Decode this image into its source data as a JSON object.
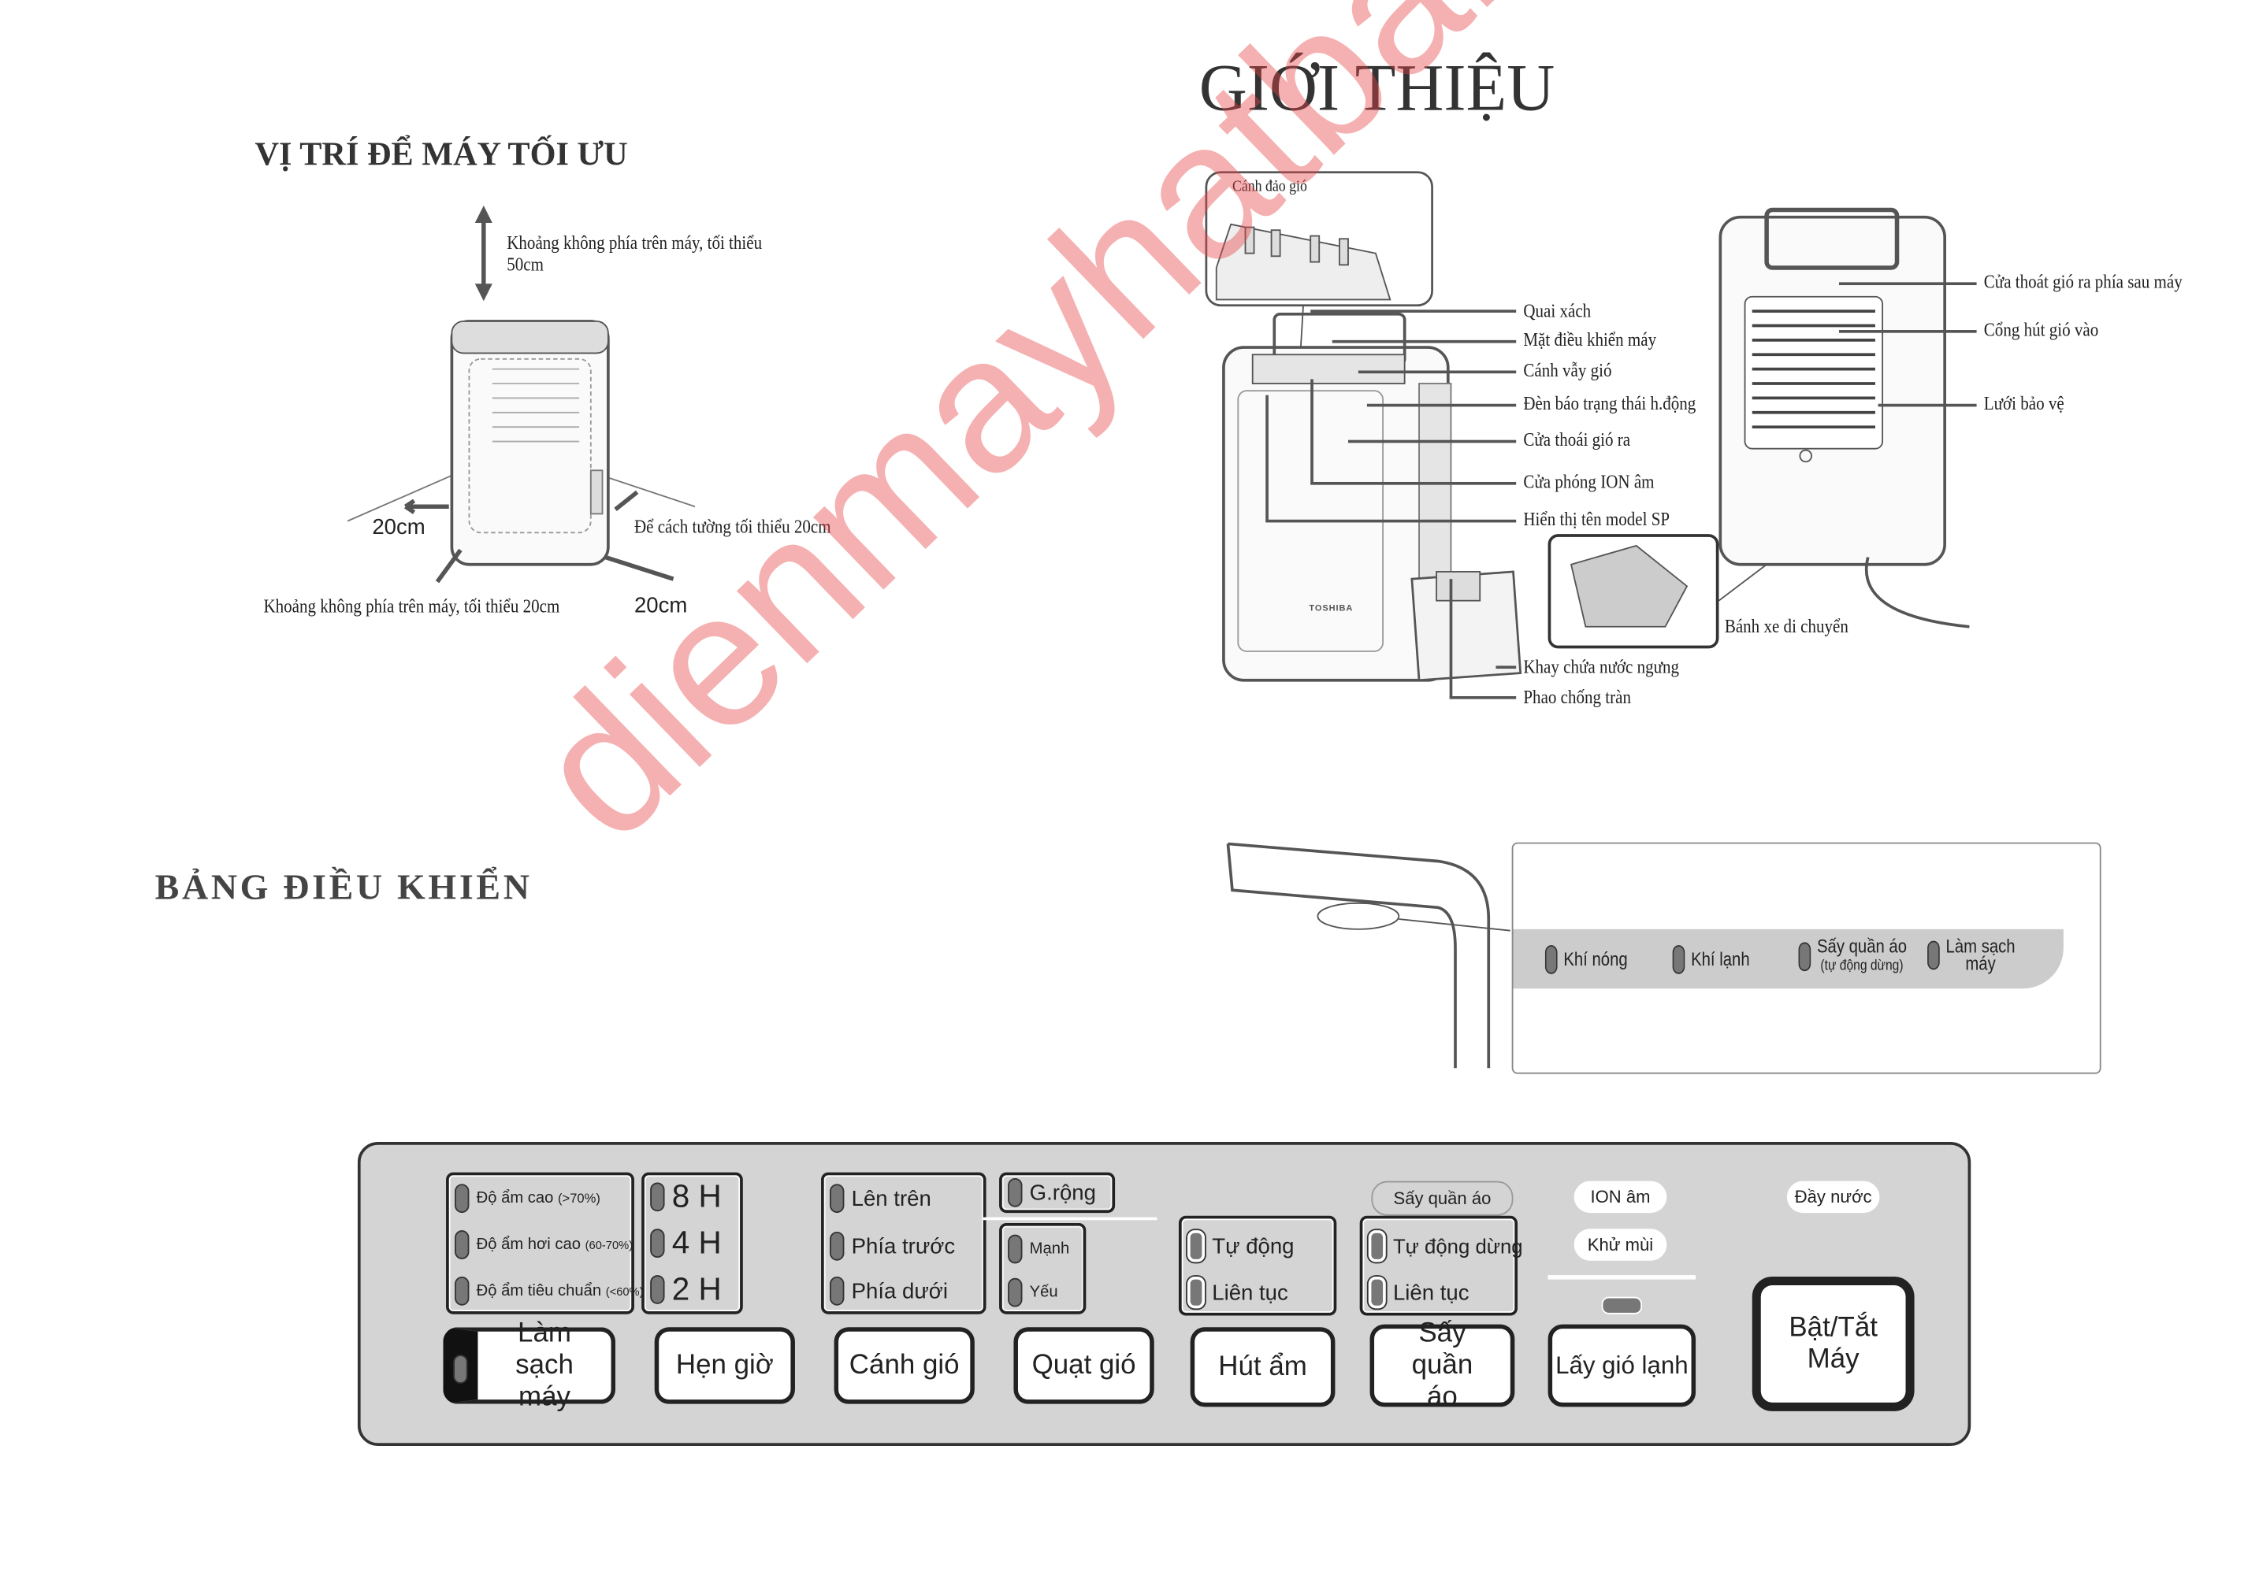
{
  "title": "GIỚI THIỆU",
  "placement": {
    "heading": "VỊ TRÍ ĐỂ MÁY TỐI ƯU",
    "top_clearance": "Khoảng không phía trên máy, tối thiểu 50cm",
    "side_left": "20cm",
    "wall_distance": "Để cách tường tối thiểu 20cm",
    "front_clearance": "Khoảng không phía trên máy, tối thiểu 20cm",
    "side_right": "20cm"
  },
  "parts": {
    "inset_label": "Cánh đảo gió",
    "front_labels": [
      "Quai xách",
      "Mặt điều khiển máy",
      "Cánh vẫy gió",
      "Đèn báo trạng thái h.động",
      "Cửa thoái gió ra",
      "Cửa phóng ION âm",
      "Hiển thị tên model SP"
    ],
    "tank_labels": [
      "Khay chứa nước ngưng",
      "Phao chống tràn"
    ],
    "rear_labels": [
      "Cửa thoát gió ra phía sau máy",
      "Cổng hút gió vào",
      "Lưới bảo vệ"
    ],
    "wheel_label": "Bánh xe di chuyển",
    "brand": "TOSHIBA"
  },
  "control_heading": "BẢNG ĐIỀU KHIỂN",
  "status_strip": {
    "items": [
      {
        "label": "Khí nóng"
      },
      {
        "label": "Khí lạnh"
      },
      {
        "label": "Sấy quần áo",
        "sub": "(tự động dừng)"
      },
      {
        "label": "Làm sạch",
        "sub": "máy"
      }
    ]
  },
  "control_panel": {
    "humidity": [
      {
        "label": "Độ ẩm cao",
        "range": "(>70%)"
      },
      {
        "label": "Độ ẩm hơi cao",
        "range": "(60-70%)"
      },
      {
        "label": "Độ ẩm tiêu chuẩn",
        "range": "(<60%)"
      }
    ],
    "timer": [
      "8 H",
      "4 H",
      "2 H"
    ],
    "louver": [
      "Lên trên",
      "Phía trước",
      "Phía dưới"
    ],
    "wide": "G.rộng",
    "fan": [
      "Mạnh",
      "Yếu"
    ],
    "dehumidify": [
      "Tự động",
      "Liên tục"
    ],
    "dry_label": "Sấy quần áo",
    "dry": [
      "Tự động dừng",
      "Liên tục"
    ],
    "ion": "ION âm",
    "deodor": "Khử mùi",
    "full": "Đầy nước",
    "buttons": {
      "clean": "Làm sạch máy",
      "timer": "Hẹn giờ",
      "louver": "Cánh gió",
      "fan": "Quạt gió",
      "dehumidify": "Hút ẩm",
      "dry": "Sấy quần áo",
      "cool": "Lấy gió lạnh",
      "power": "Bật/Tắt Máy"
    }
  },
  "watermark": "dienmayhatbai.com"
}
